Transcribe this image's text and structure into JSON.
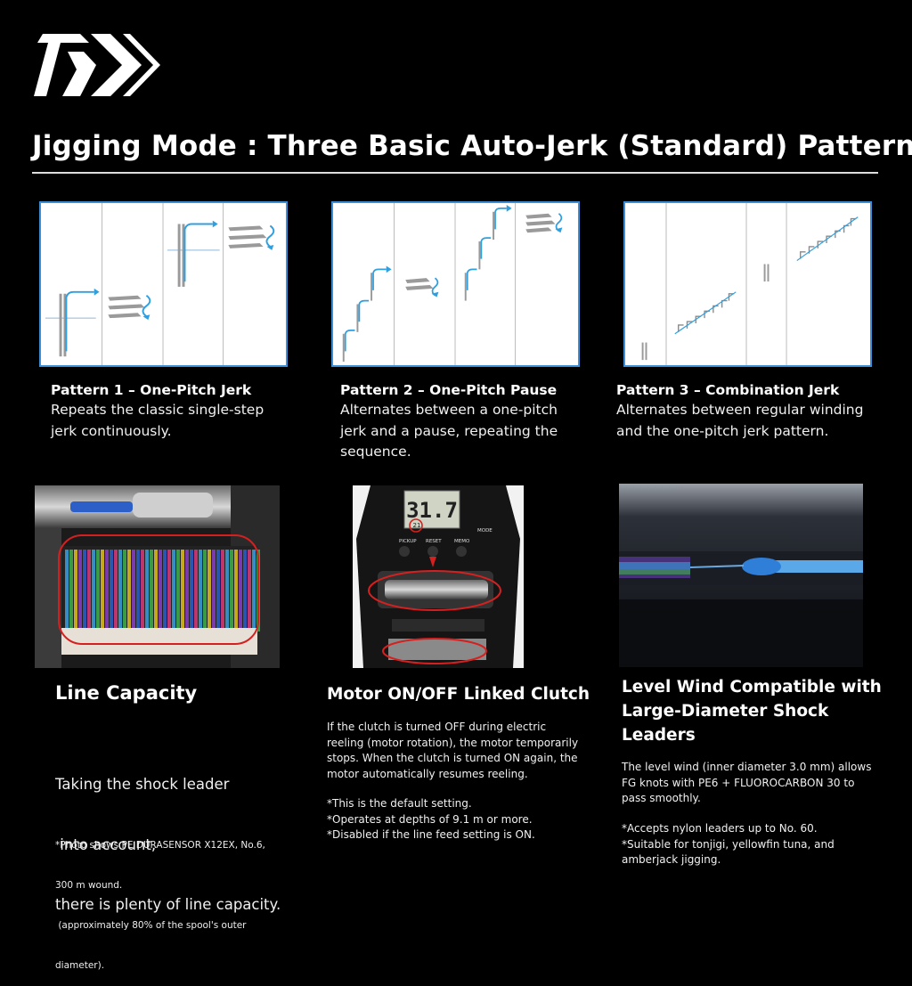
{
  "header": {
    "title": "Jigging Mode : Three Basic Auto-Jerk (Standard) Patterns"
  },
  "patterns": [
    {
      "title": "Pattern 1 – One-Pitch Jerk",
      "description_lines": [
        "Repeats the classic single-step",
        "jerk continuously."
      ]
    },
    {
      "title": "Pattern 2 – One-Pitch Pause",
      "description_lines": [
        "Alternates between a one-pitch",
        "jerk and a pause, repeating the",
        "sequence."
      ]
    },
    {
      "title": "Pattern 3 – Combination Jerk",
      "description_lines": [
        "Alternates between regular winding",
        "and the one-pitch jerk pattern."
      ]
    }
  ],
  "features": {
    "line_capacity": {
      "title": "Line Capacity",
      "body_lines": [
        "Taking the shock leader",
        " into account,",
        "there is plenty of line capacity."
      ],
      "note_lines": [
        "*Photo shows PE DURASENSOR X12EX, No.6,",
        "300 m wound.",
        " (approximately 80% of the spool's outer",
        "diameter)."
      ]
    },
    "clutch": {
      "title": "Motor ON/OFF Linked Clutch",
      "body_lines": [
        "If the clutch is turned OFF during electric",
        "reeling (motor rotation), the motor temporarily",
        "stops. When the clutch is turned ON again, the",
        "motor automatically resumes reeling."
      ],
      "note_lines": [
        "*This is the default setting.",
        "*Operates at depths of 9.1 m or more.",
        "*Disabled if the line feed setting is ON."
      ],
      "display": {
        "value": "31.7",
        "sub": "21",
        "labels": [
          "PICKUP",
          "RESET",
          "MEMO",
          "MODE"
        ]
      }
    },
    "level_wind": {
      "title_lines": [
        "Level Wind Compatible with",
        "Large-Diameter Shock",
        "Leaders"
      ],
      "body_lines": [
        "The level wind (inner diameter 3.0 mm) allows",
        "FG knots with PE6 + FLUOROCARBON 30 to",
        "pass smoothly."
      ],
      "note_lines": [
        "*Accepts nylon leaders up to No. 60.",
        "*Suitable for tonjigi, yellowfin tuna, and",
        "amberjack jigging."
      ]
    }
  },
  "colors": {
    "background": "#000000",
    "diagram_border": "#3c8fd6",
    "arrow": "#2f9fe0",
    "highlight": "#d62020"
  }
}
